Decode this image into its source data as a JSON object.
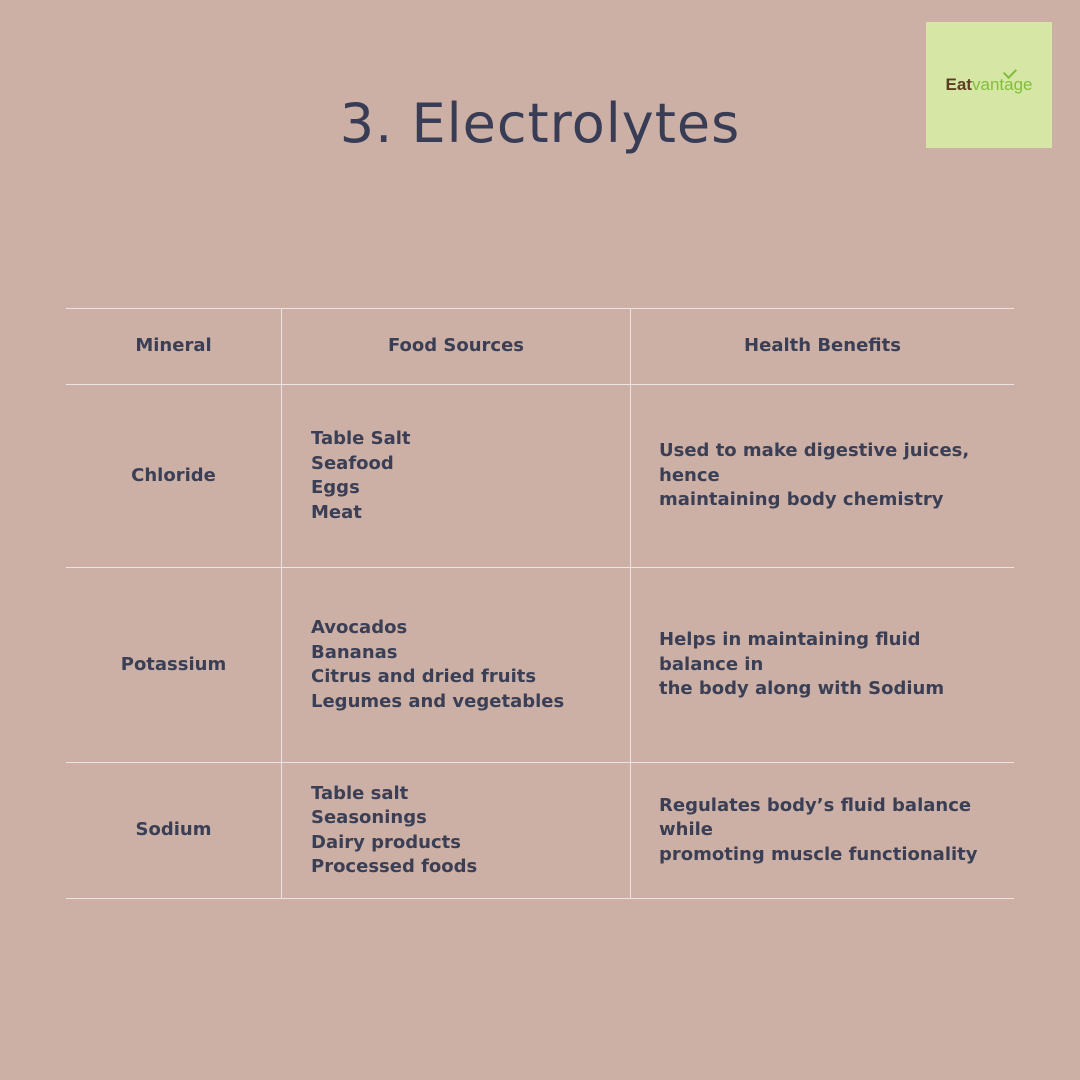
{
  "title": "3. Electrolytes",
  "logo": {
    "part1": "Eat",
    "part2": "vantage"
  },
  "colors": {
    "background": "#cdb0a5",
    "text": "#3a3f56",
    "rules": "#ece4e0",
    "logo_bg": "#d6e6a5",
    "logo_brown": "#5b3e22",
    "logo_green": "#7fbf3a"
  },
  "table": {
    "headers": [
      "Mineral",
      "Food Sources",
      "Health Benefits"
    ],
    "rows": [
      {
        "mineral": "Chloride",
        "sources": [
          "Table Salt",
          "Seafood",
          "Eggs",
          "Meat"
        ],
        "benefit_lines": [
          "Used to make digestive juices, hence",
          "maintaining body chemistry"
        ]
      },
      {
        "mineral": "Potassium",
        "sources": [
          "Avocados",
          "Bananas",
          "Citrus and dried fruits",
          "Legumes and vegetables"
        ],
        "benefit_lines": [
          "Helps in maintaining fluid balance in",
          "the body along with Sodium"
        ]
      },
      {
        "mineral": "Sodium",
        "sources": [
          "Table salt",
          "Seasonings",
          "Dairy products",
          "Processed foods"
        ],
        "benefit_lines": [
          "Regulates body’s fluid balance while",
          "promoting muscle functionality"
        ]
      }
    ]
  }
}
